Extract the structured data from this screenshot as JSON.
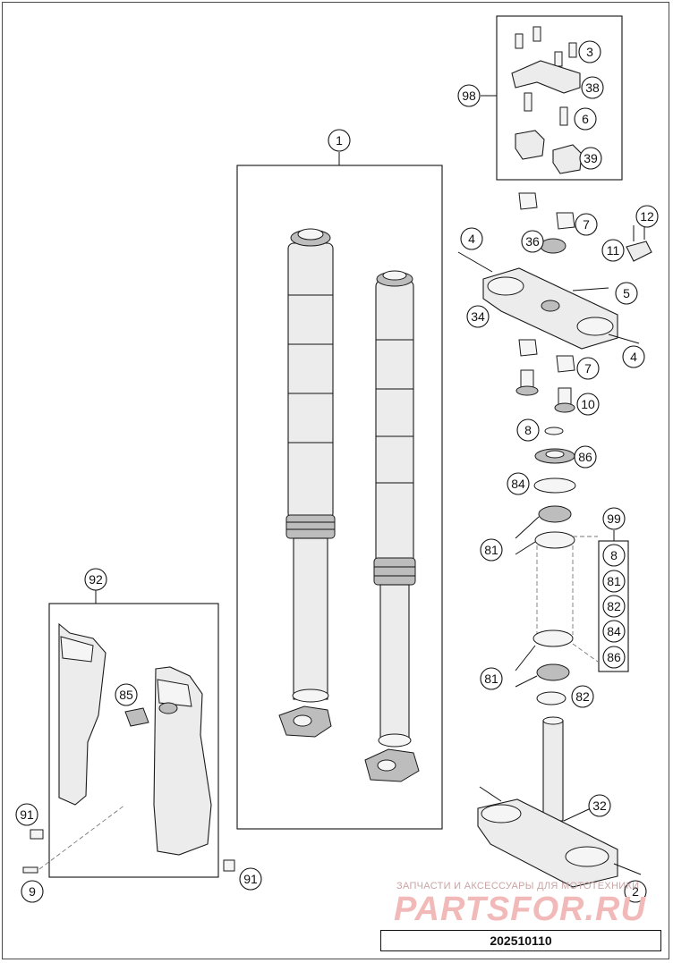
{
  "diagram": {
    "callouts": {
      "c1": "1",
      "c2": "2",
      "c3": "3",
      "c4a": "4",
      "c4b": "4",
      "c5": "5",
      "c6": "6",
      "c7a": "7",
      "c7b": "7",
      "c8a": "8",
      "c8b": "8",
      "c9": "9",
      "c10": "10",
      "c11": "11",
      "c12": "12",
      "c32": "32",
      "c34": "34",
      "c36": "36",
      "c38": "38",
      "c39": "39",
      "c81a": "81",
      "c81b": "81",
      "c81c": "81",
      "c82a": "82",
      "c82b": "82",
      "c84a": "84",
      "c84b": "84",
      "c85": "85",
      "c86a": "86",
      "c86b": "86",
      "c91a": "91",
      "c91b": "91",
      "c92": "92",
      "c98": "98",
      "c99": "99"
    }
  },
  "watermark": {
    "tagline": "ЗАПЧАСТИ И АКСЕССУАРЫ ДЛЯ МОТОТЕХНИКИ",
    "logo": "PARTSFOR.RU",
    "color": "#f2b9b9"
  },
  "drawing_number": "202510110"
}
